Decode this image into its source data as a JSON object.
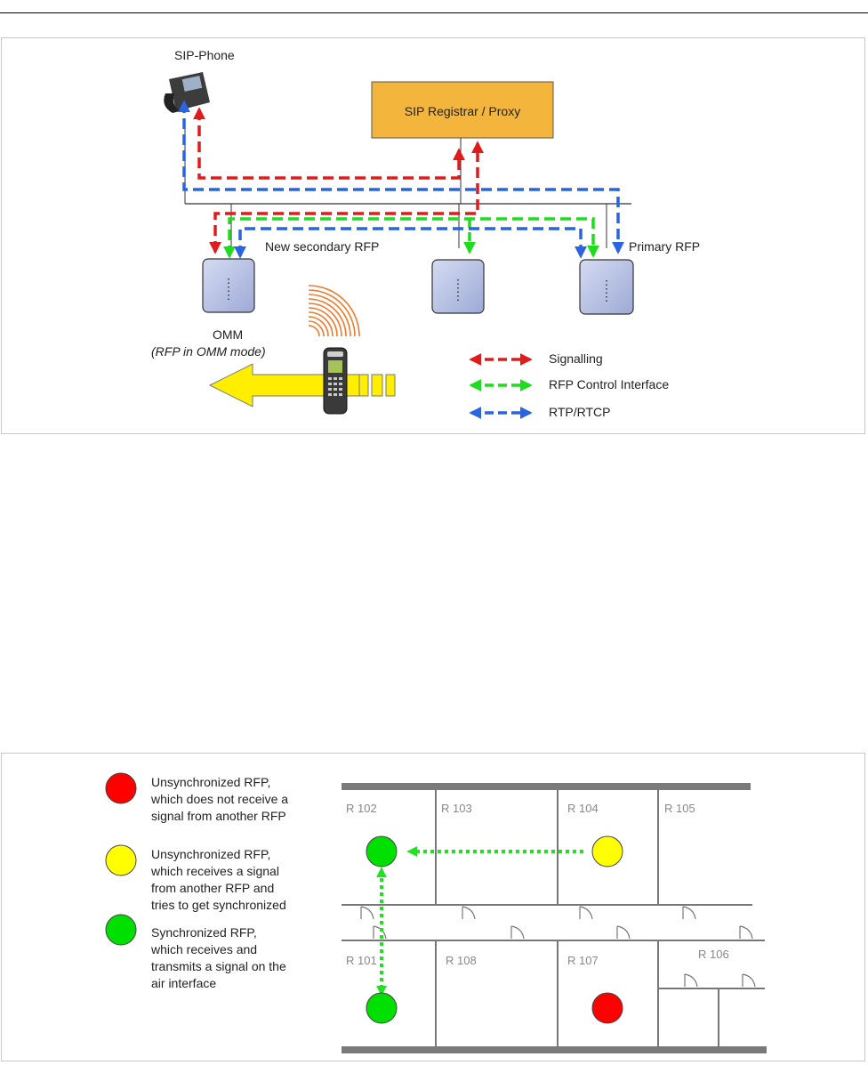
{
  "figure1": {
    "sip_phone_label": "SIP-Phone",
    "registrar_label": "SIP Registrar / Proxy",
    "new_secondary_label": "New secondary RFP",
    "primary_label": "Primary RFP",
    "omm_label": "OMM",
    "omm_sub_label": "(RFP in OMM mode)",
    "legend": [
      {
        "label": "Signalling",
        "color": "#e01b1b"
      },
      {
        "label": "RFP Control Interface",
        "color": "#1edc1e"
      },
      {
        "label": "RTP/RTCP",
        "color": "#2a64e0"
      }
    ],
    "colors": {
      "registrar_fill": "#f3b53c",
      "rfp_fill": "#b9c3e6",
      "arrow_fill": "#ffee00"
    }
  },
  "figure2": {
    "legend": [
      {
        "color": "#ff0000",
        "lines": [
          "Unsynchronized RFP,",
          "which does not receive a",
          "signal from another RFP"
        ]
      },
      {
        "color": "#ffff00",
        "lines": [
          "Unsynchronized RFP,",
          "which receives a signal",
          "from another RFP and",
          "tries to get synchronized"
        ]
      },
      {
        "color": "#00e000",
        "lines": [
          "Synchronized RFP,",
          "which receives and",
          "transmits a signal on the",
          "air interface"
        ]
      }
    ],
    "rooms": {
      "r102": "R 102",
      "r103": "R 103",
      "r104": "R 104",
      "r105": "R 105",
      "r101": "R 101",
      "r108": "R 108",
      "r107": "R 107",
      "r106": "R 106"
    }
  }
}
